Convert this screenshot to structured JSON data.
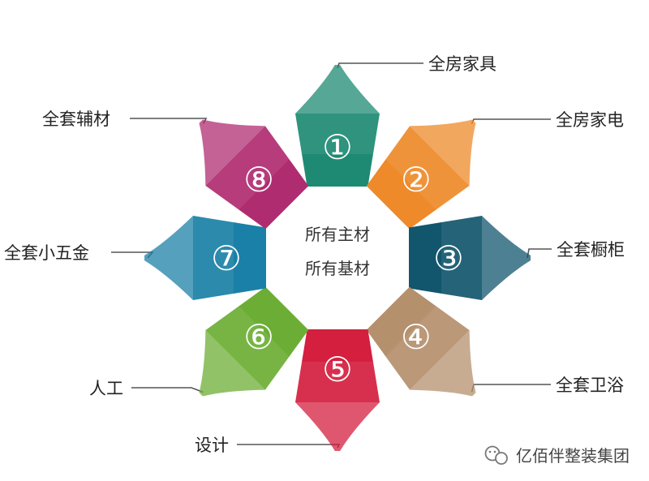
{
  "center": {
    "line1": "所有主材",
    "line2": "所有基材"
  },
  "segments": [
    {
      "number": "①",
      "label": "全房家具",
      "color": "#1e8a73"
    },
    {
      "number": "②",
      "label": "全房家电",
      "color": "#ee8a2a"
    },
    {
      "number": "③",
      "label": "全套橱柜",
      "color": "#12566d"
    },
    {
      "number": "④",
      "label": "全套卫浴",
      "color": "#b5906d"
    },
    {
      "number": "⑤",
      "label": "设计",
      "color": "#d41f3f"
    },
    {
      "number": "⑥",
      "label": "人工",
      "color": "#6cae35"
    },
    {
      "number": "⑦",
      "label": "全套小五金",
      "color": "#1b80a7"
    },
    {
      "number": "⑧",
      "label": "全套辅材",
      "color": "#b02c71"
    }
  ],
  "watermark": {
    "icon": "wechat-icon",
    "text": "亿佰伴整装集团"
  }
}
